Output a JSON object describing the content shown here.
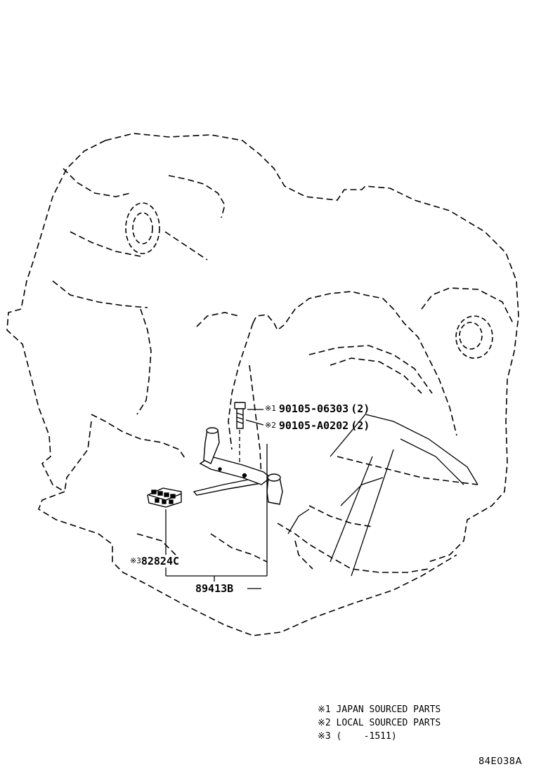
{
  "parts": {
    "bolt_1": {
      "mark": "※1",
      "number": "90105-06303",
      "qty": "(2)"
    },
    "bolt_2": {
      "mark": "※2",
      "number": "90105-A0202",
      "qty": "(2)"
    },
    "connector": {
      "mark": "※3",
      "number": "82824C"
    },
    "bracket": {
      "number": "89413B"
    }
  },
  "notes": [
    "※1 JAPAN SOURCED PARTS",
    "※2 LOCAL SOURCED PARTS",
    "※3 (    -1511)"
  ],
  "figure_code": "84E038A",
  "colors": {
    "line": "#000000",
    "background": "#ffffff"
  }
}
